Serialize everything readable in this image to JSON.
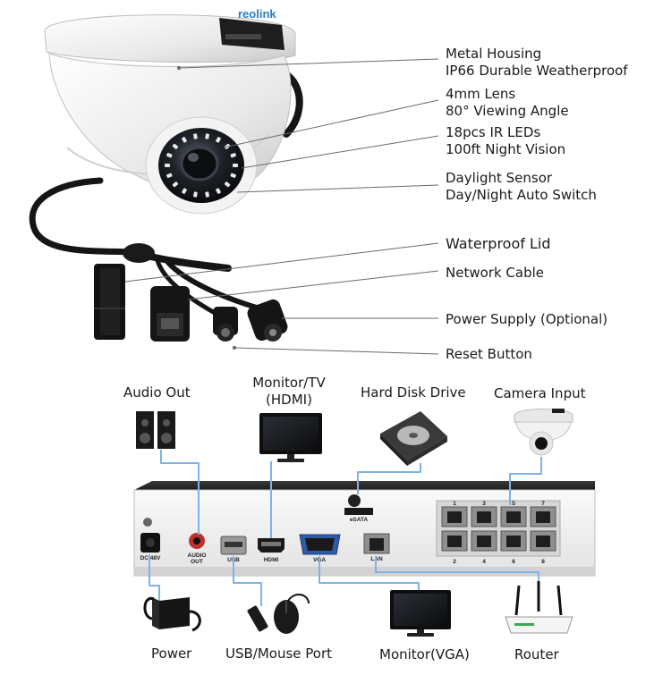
{
  "camera": {
    "brand": "reolink",
    "callouts": [
      {
        "id": "housing",
        "lines": [
          "Metal Housing",
          "IP66 Durable Weatherproof"
        ]
      },
      {
        "id": "lens",
        "lines": [
          "4mm Lens",
          "80° Viewing Angle"
        ]
      },
      {
        "id": "ir",
        "lines": [
          "18pcs IR LEDs",
          "100ft Night Vision"
        ]
      },
      {
        "id": "sensor",
        "lines": [
          "Daylight Sensor",
          "Day/Night Auto Switch"
        ]
      },
      {
        "id": "lid",
        "lines": [
          "Waterproof Lid"
        ]
      },
      {
        "id": "network",
        "lines": [
          "Network Cable"
        ]
      },
      {
        "id": "power",
        "lines": [
          "Power Supply (Optional)"
        ]
      },
      {
        "id": "reset",
        "lines": [
          "Reset Button"
        ]
      }
    ]
  },
  "nvr": {
    "top_labels": {
      "audio_out": "Audio Out",
      "monitor_tv": [
        "Monitor/TV",
        "(HDMI)"
      ],
      "hard_disk": "Hard Disk Drive",
      "camera_input": "Camera Input"
    },
    "bottom_labels": {
      "power": "Power",
      "usb_mouse": "USB/Mouse Port",
      "monitor_vga": "Monitor(VGA)",
      "router": "Router"
    },
    "port_labels": {
      "dc": "DC 48V",
      "audio": [
        "AUDIO",
        "OUT"
      ],
      "usb": "USB",
      "hdmi": "HDMI",
      "vga": "VGA",
      "lan": "LAN",
      "esata": "eSATA"
    },
    "poe_top_numbers": [
      "1",
      "3",
      "5",
      "7"
    ],
    "poe_bottom_numbers": [
      "2",
      "4",
      "6",
      "8"
    ]
  }
}
